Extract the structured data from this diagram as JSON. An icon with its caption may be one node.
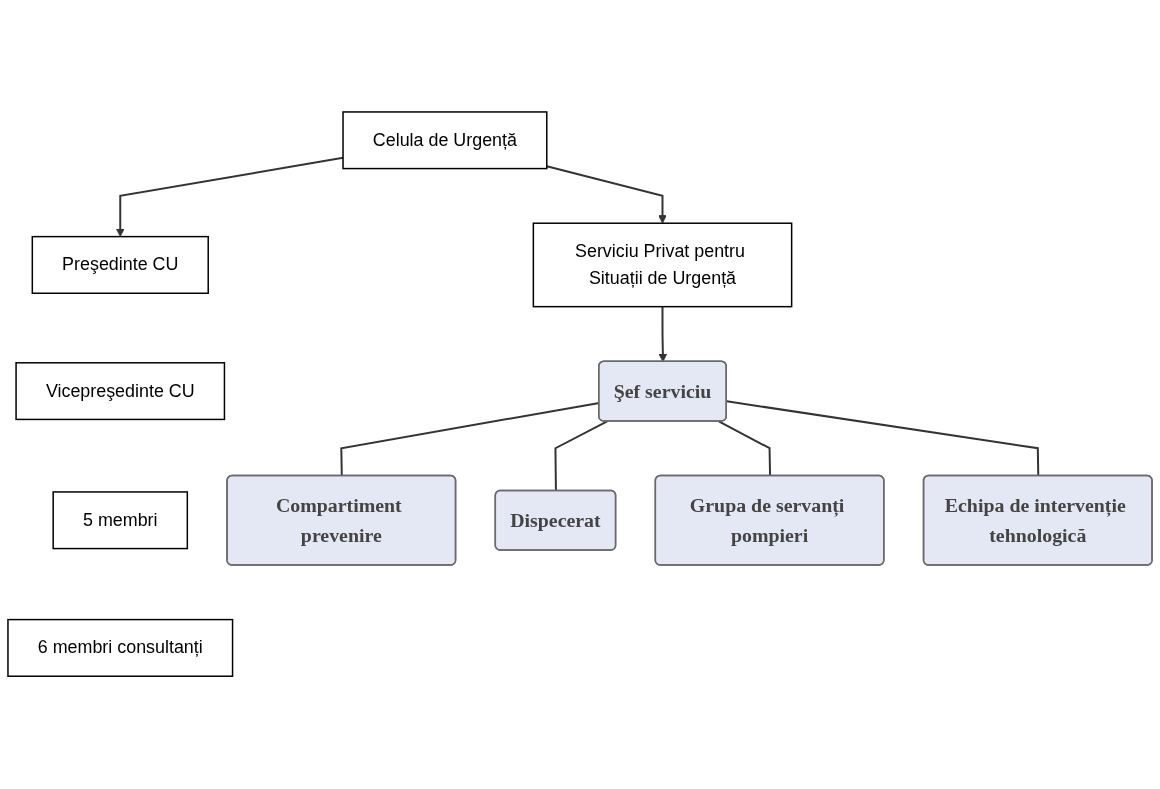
{
  "diagram": {
    "nodes": [
      {
        "text": [
          "Celula de Urgență"
        ]
      },
      {
        "text": [
          "Preşedinte CU"
        ]
      },
      {
        "text": [
          "Vicepreşedinte CU"
        ]
      },
      {
        "text": [
          "5 membri"
        ]
      },
      {
        "text": [
          "6 membri consultanți"
        ]
      },
      {
        "text": [
          "Serviciu Privat pentru Situații de Urgență"
        ]
      },
      {
        "text": [
          "Şef serviciu"
        ]
      },
      {
        "text": [
          "Compartiment prevenire"
        ]
      },
      {
        "text": [
          "Dispecerat"
        ]
      },
      {
        "text": [
          "Grupa de servanți pompieri"
        ]
      },
      {
        "text": [
          "Echipa de intervenție tehnologică"
        ]
      }
    ],
    "edges": [
      {
        "from": 0,
        "to": 1,
        "arrow": "to"
      },
      {
        "from": 0,
        "to": 5,
        "arrow": "to"
      },
      {
        "from": 5,
        "to": 6,
        "arrow": "to"
      },
      {
        "from": 6,
        "to": 7,
        "arrow": "none"
      },
      {
        "from": 6,
        "to": 8,
        "arrow": "none"
      },
      {
        "from": 6,
        "to": 9,
        "arrow": "none"
      },
      {
        "from": 6,
        "to": 10,
        "arrow": "none"
      }
    ]
  }
}
